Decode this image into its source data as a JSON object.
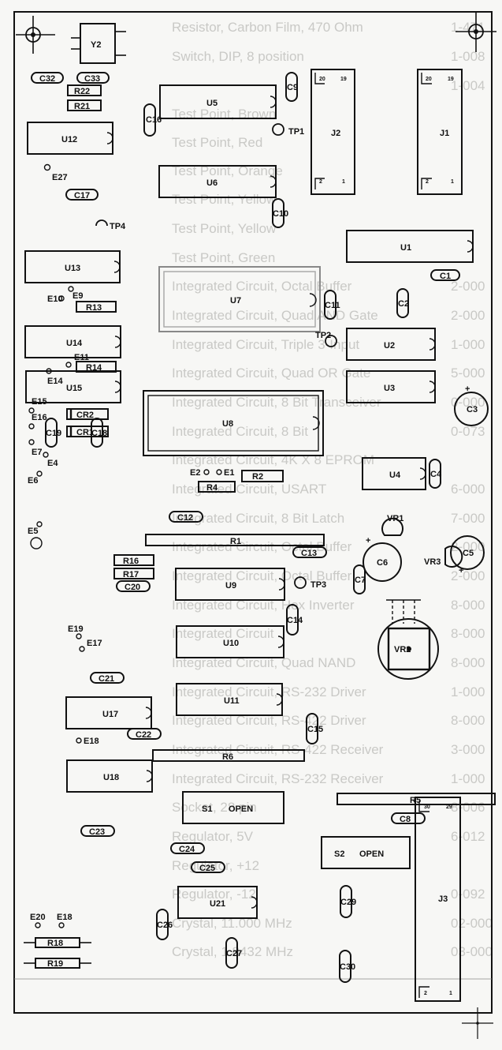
{
  "ghost_parts_list": [
    "Resistor, Carbon Film, 470 Ohm",
    "Switch, DIP, 8 position",
    "Test Point, Brown",
    "Test Point, Red",
    "Test Point, Orange",
    "Test Point, Yellow",
    "Test Point, Yellow",
    "Test Point, Green",
    "Integrated Circuit, Octal Buffer",
    "Integrated Circuit, Quad AND Gate",
    "Integrated Circuit, Triple 3-Input",
    "Integrated Circuit, Quad OR Gate",
    "Integrated Circuit, 8 Bit Transceiver",
    "Integrated Circuit, 8 Bit",
    "Integrated Circuit, 4K X 8 EPROM",
    "Integrated Circuit, USART",
    "Integrated Circuit, 8 Bit Latch",
    "Integrated Circuit, Octal Buffer",
    "Integrated Circuit, Octal Buffer",
    "Integrated Circuit, Hex Inverter",
    "Integrated Circuit",
    "Integrated Circuit, Quad NAND",
    "Integrated Circuit, RS-232 Driver",
    "Integrated Circuit, RS-422 Driver",
    "Integrated Circuit, RS-422 Receiver",
    "Integrated Circuit, RS-232 Receiver",
    "Socket, 28 pin",
    "Regulator, 5V",
    "Regulator, +12",
    "Regulator, -12",
    "Crystal, 11.000 MHz",
    "Crystal, 1.8432 MHz"
  ],
  "ghost_part_numbers": [
    "1-471",
    "1-008",
    "1-004",
    "2-000",
    "2-000",
    "1-000",
    "5-000",
    "0-000",
    "0-073",
    "6-000",
    "7-000",
    "2-000",
    "2-000",
    "8-000",
    "8-000",
    "8-000",
    "1-000",
    "8-000",
    "3-000",
    "1-000",
    "8-006",
    "6-012",
    "0-092",
    "02-000",
    "03-000"
  ],
  "components": {
    "Y2": "Y2",
    "C32": "C32",
    "R22": "R22",
    "C33": "C33",
    "R21": "R21",
    "U12": "U12",
    "C16": "C16",
    "U5": "U5",
    "C9": "C9",
    "TP1": "TP1",
    "J2": "J2",
    "J1": "J1",
    "E27": "E27",
    "C17": "C17",
    "U6": "U6",
    "C10": "C10",
    "TP4": "TP4",
    "U13": "U13",
    "U1": "U1",
    "C1": "C1",
    "E10": "E10",
    "E9": "E9",
    "R13": "R13",
    "U7": "U7",
    "C11": "C11",
    "C2": "C2",
    "U14": "U14",
    "E11": "E11",
    "TP2": "TP2",
    "U2": "U2",
    "R14": "R14",
    "E14": "E14",
    "U15": "U15",
    "U3": "U3",
    "C3": "C3",
    "E15": "E15",
    "CR2": "CR2",
    "U8": "U8",
    "E16": "E16",
    "CR1": "CR1",
    "C18": "C18",
    "C19": "C19",
    "E7": "E7",
    "E4": "E4",
    "E2": "E2",
    "E1": "E1",
    "R2": "R2",
    "R4": "R4",
    "U4": "U4",
    "C4": "C4",
    "E6": "E6",
    "E5": "E5",
    "C12": "C12",
    "VR1": "VR1",
    "R1": "R1",
    "C5": "C5",
    "VR3": "VR3",
    "C13": "C13",
    "R16": "R16",
    "R17": "R17",
    "C6": "C6",
    "C7": "C7",
    "C20": "C20",
    "U9": "U9",
    "TP3": "TP3",
    "C14": "C14",
    "VR2": "VR2",
    "E19": "E19",
    "E17": "E17",
    "U10": "U10",
    "C21": "C21",
    "U17": "U17",
    "U11": "U11",
    "E18": "E18",
    "C22": "C22",
    "R6": "R6",
    "C15": "C15",
    "R5": "R5",
    "U18": "U18",
    "C8": "C8",
    "S1": "S1",
    "OPEN1": "OPEN",
    "C23": "C23",
    "S2": "S2",
    "OPEN2": "OPEN",
    "J3": "J3",
    "C24": "C24",
    "C25": "C25",
    "U21": "U21",
    "C29": "C29",
    "C26": "C26",
    "C27": "C27",
    "C30": "C30",
    "E20": "E20",
    "E18b": "E18",
    "R18": "R18",
    "R19": "R19"
  },
  "pins": {
    "j2_20": "20",
    "j2_19": "19",
    "j2_2": "2",
    "j2_1": "1",
    "j1_20": "20",
    "j1_19": "19",
    "j1_2": "2",
    "j1_1": "1",
    "j3_30": "30",
    "j3_29": "29",
    "j3_2": "2",
    "j3_1": "1"
  },
  "polarity": {
    "plus": "+",
    "minus": "-"
  }
}
